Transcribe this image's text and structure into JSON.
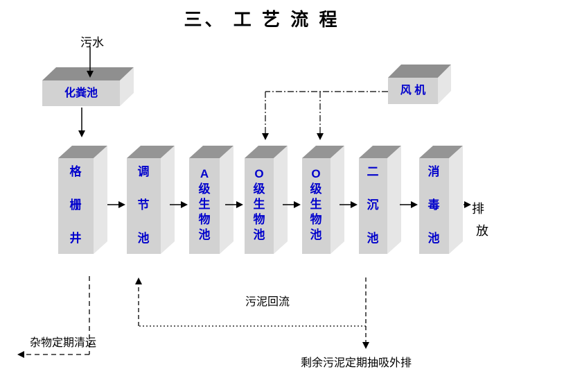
{
  "title": "三、 工 艺 流 程",
  "inflow_label": "污水",
  "septic_tank_label": "化粪池",
  "blower_label": "风 机",
  "tanks": [
    {
      "label": "格栅井"
    },
    {
      "label": "调节池"
    },
    {
      "label": "A级生物池"
    },
    {
      "label": "O级生物池"
    },
    {
      "label": "O级生物池"
    },
    {
      "label": "二沉池"
    },
    {
      "label": "消毒池"
    }
  ],
  "discharge": {
    "line1": "排",
    "line2": "放"
  },
  "annotations": {
    "sludge_return": "污泥回流",
    "debris_removal": "杂物定期清运",
    "excess_sludge": "剩余污泥定期抽吸外排"
  },
  "colors": {
    "label_blue": "#0000cc",
    "box_front": "#d2d2d2",
    "box_top": "#959595",
    "box_side": "#e6e6e6"
  }
}
